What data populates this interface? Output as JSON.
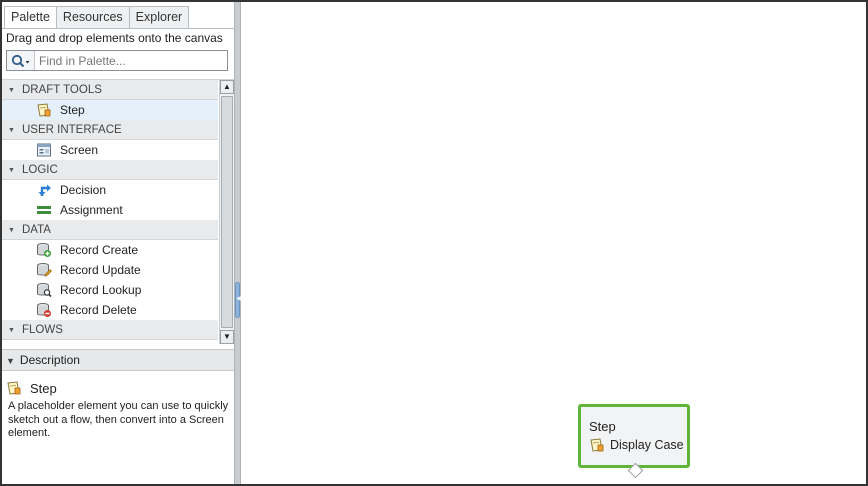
{
  "tabs": [
    {
      "label": "Palette",
      "active": true
    },
    {
      "label": "Resources",
      "active": false
    },
    {
      "label": "Explorer",
      "active": false
    }
  ],
  "palette_hint": "Drag and drop elements onto the canvas",
  "search": {
    "placeholder": "Find in Palette...",
    "value": ""
  },
  "categories": [
    {
      "name": "DRAFT TOOLS",
      "items": [
        {
          "label": "Step",
          "icon": "step-icon",
          "selected": true
        }
      ]
    },
    {
      "name": "USER INTERFACE",
      "items": [
        {
          "label": "Screen",
          "icon": "screen-icon"
        }
      ]
    },
    {
      "name": "LOGIC",
      "items": [
        {
          "label": "Decision",
          "icon": "decision-icon"
        },
        {
          "label": "Assignment",
          "icon": "assignment-icon"
        }
      ]
    },
    {
      "name": "DATA",
      "items": [
        {
          "label": "Record Create",
          "icon": "record-create-icon"
        },
        {
          "label": "Record Update",
          "icon": "record-update-icon"
        },
        {
          "label": "Record Lookup",
          "icon": "record-lookup-icon"
        },
        {
          "label": "Record Delete",
          "icon": "record-delete-icon"
        }
      ]
    },
    {
      "name": "FLOWS",
      "items": []
    }
  ],
  "description": {
    "header": "Description",
    "title": "Step",
    "text": "A placeholder element you can use to quickly sketch out a flow, then convert into a Screen element."
  },
  "canvas_node": {
    "title": "Step",
    "label": "Display Case"
  },
  "colors": {
    "node_border": "#5fb43a",
    "selected_row": "#e5f0fa",
    "category_bg": "#e8eaec"
  }
}
